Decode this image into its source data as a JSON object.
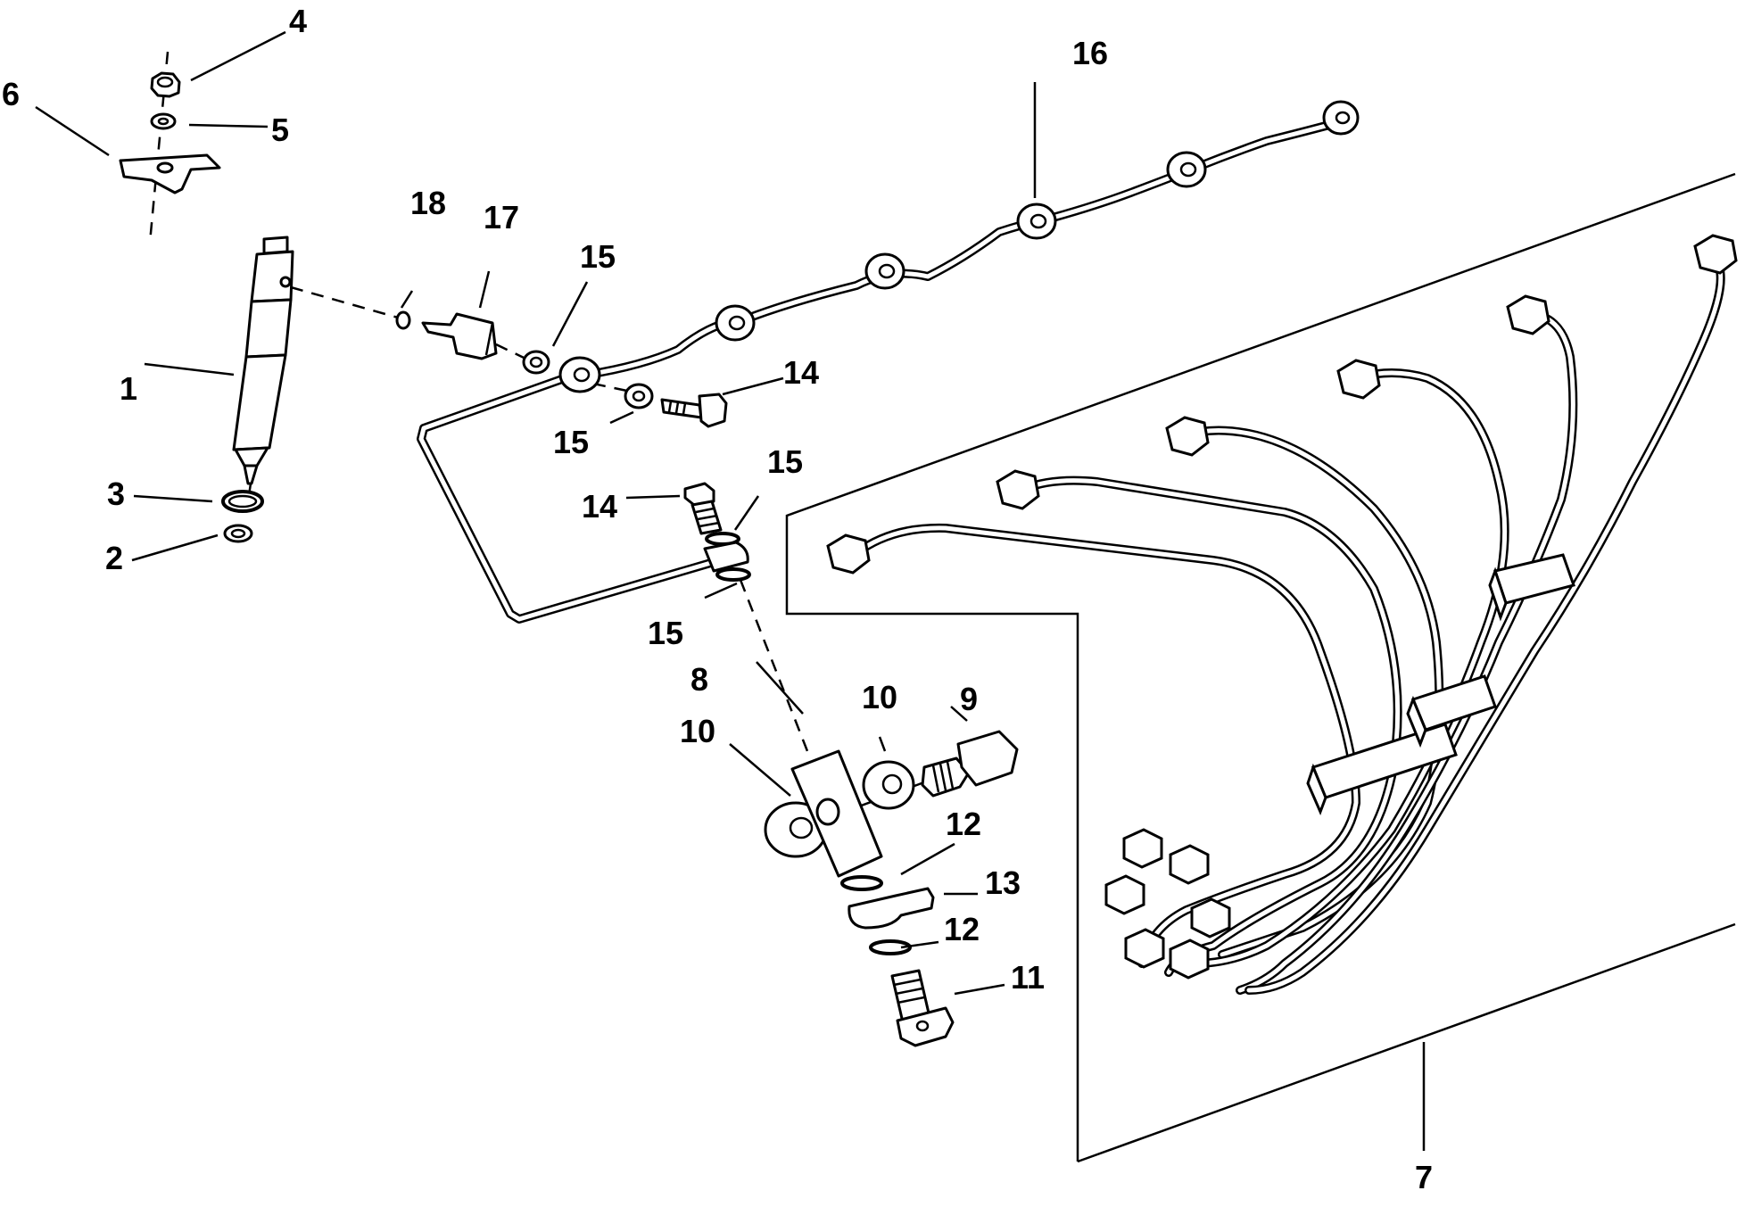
{
  "figure": {
    "callouts": [
      {
        "id": "c1",
        "text": "1"
      },
      {
        "id": "c2",
        "text": "2"
      },
      {
        "id": "c3",
        "text": "3"
      },
      {
        "id": "c4",
        "text": "4"
      },
      {
        "id": "c5",
        "text": "5"
      },
      {
        "id": "c6",
        "text": "6"
      },
      {
        "id": "c7",
        "text": "7"
      },
      {
        "id": "c8",
        "text": "8"
      },
      {
        "id": "c9",
        "text": "9"
      },
      {
        "id": "c10a",
        "text": "10"
      },
      {
        "id": "c10b",
        "text": "10"
      },
      {
        "id": "c11",
        "text": "11"
      },
      {
        "id": "c12a",
        "text": "12"
      },
      {
        "id": "c12b",
        "text": "12"
      },
      {
        "id": "c13",
        "text": "13"
      },
      {
        "id": "c14a",
        "text": "14"
      },
      {
        "id": "c14b",
        "text": "14"
      },
      {
        "id": "c15a",
        "text": "15"
      },
      {
        "id": "c15b",
        "text": "15"
      },
      {
        "id": "c15c",
        "text": "15"
      },
      {
        "id": "c15d",
        "text": "15"
      },
      {
        "id": "c16",
        "text": "16"
      },
      {
        "id": "c17",
        "text": "17"
      },
      {
        "id": "c18",
        "text": "18"
      }
    ]
  }
}
